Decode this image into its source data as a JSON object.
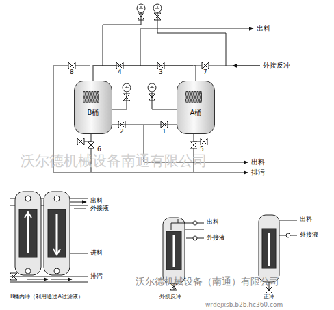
{
  "diagram": {
    "nodes": [
      {
        "text": [
          "B桶"
        ]
      },
      {
        "text": [
          "A桶"
        ]
      }
    ],
    "edges": [
      {
        "from": 0,
        "to": 1,
        "arrow": "none"
      },
      {
        "from": 0,
        "to": 1,
        "arrow": "none"
      }
    ],
    "labels": [
      "出料",
      "外接反冲",
      "8",
      "4",
      "3",
      "7",
      "2",
      "1",
      "6",
      "5",
      "出料",
      "排污",
      "沃尔德机械设备南通有限公司",
      "出料",
      "外接液",
      "进料",
      "排污",
      "B桶内冲（利用通过A过滤液）",
      "出料",
      "外接液",
      "外接反冲",
      "出料",
      "外接液",
      "正冲",
      "沃尔德机械设备（南通）有限公司",
      "wrdejxsb.b2b.hc360.com"
    ]
  }
}
